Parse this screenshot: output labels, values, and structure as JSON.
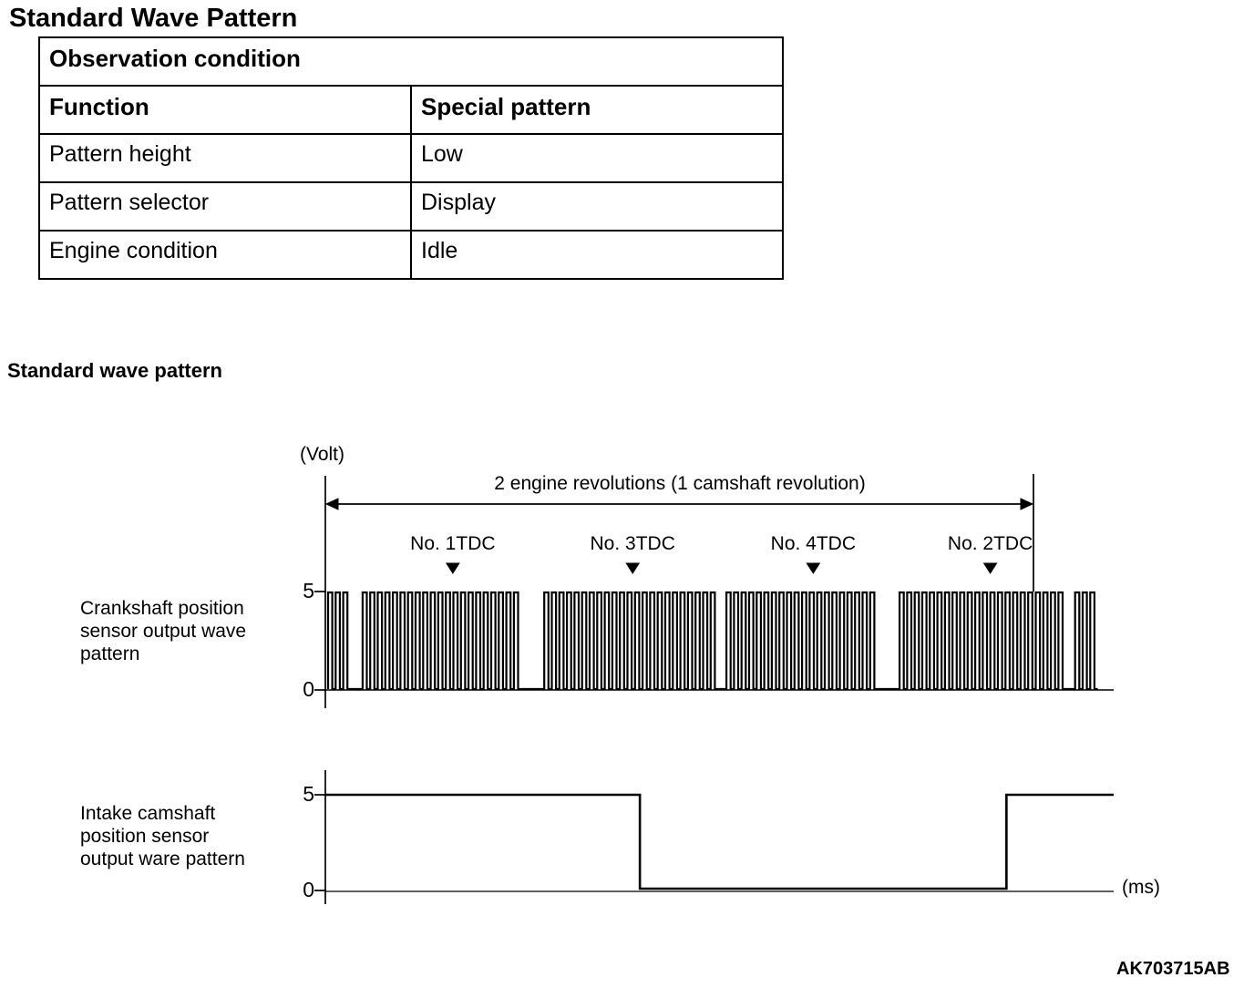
{
  "page": {
    "title": "Standard Wave Pattern",
    "figure_caption": "Standard wave pattern",
    "figure_code": "AK703715AB"
  },
  "table": {
    "header": "Observation condition",
    "columns": [
      "Function",
      "Special pattern"
    ],
    "rows": [
      [
        "Pattern height",
        "Low"
      ],
      [
        "Pattern selector",
        "Display"
      ],
      [
        "Engine condition",
        "Idle"
      ]
    ]
  },
  "figure": {
    "volt_label": "(Volt)",
    "ms_label": "(ms)",
    "span_label": "2 engine revolutions (1 camshaft revolution)",
    "axis_ticks": {
      "high": "5",
      "low": "0"
    },
    "tdc_labels": [
      "No. 1TDC",
      "No. 3TDC",
      "No. 4TDC",
      "No. 2TDC"
    ],
    "crank_label_lines": [
      "Crankshaft position",
      "sensor output wave",
      "pattern"
    ],
    "cam_label_lines": [
      "Intake camshaft",
      "position sensor",
      "output ware pattern"
    ]
  },
  "chart_data": [
    {
      "type": "table",
      "title": "Observation condition",
      "columns": [
        "Function",
        "Special pattern"
      ],
      "rows": [
        [
          "Pattern height",
          "Low"
        ],
        [
          "Pattern selector",
          "Display"
        ],
        [
          "Engine condition",
          "Idle"
        ]
      ]
    },
    {
      "type": "line",
      "subtype": "digital-waveform",
      "title": "Standard wave pattern",
      "y_unit_label": "(Volt)",
      "x_unit_label": "(ms)",
      "y_tick_values": [
        0,
        5
      ],
      "span_label": "2 engine revolutions (1 camshaft revolution)",
      "tdc_markers": [
        {
          "label": "No. 1TDC",
          "position": 0.18
        },
        {
          "label": "No. 3TDC",
          "position": 0.434
        },
        {
          "label": "No. 4TDC",
          "position": 0.689
        },
        {
          "label": "No. 2TDC",
          "position": 0.939
        }
      ],
      "traces": [
        {
          "name": "Crankshaft position sensor output wave pattern",
          "levels_v": [
            0,
            5
          ],
          "pulse_period": 8.3,
          "pulse_high_width": 4.6,
          "groups": [
            {
              "pulses": 3,
              "gap_after": 13
            },
            {
              "pulses": 21,
              "gap_after": 25
            },
            {
              "pulses": 23,
              "gap_after": 9
            },
            {
              "pulses": 20,
              "gap_after": 24
            },
            {
              "pulses": 22,
              "gap_after": 10
            },
            {
              "pulses": 3,
              "gap_after": 0
            }
          ]
        },
        {
          "name": "Intake camshaft position sensor output ware pattern",
          "levels_v": [
            0,
            5
          ],
          "segments": [
            {
              "level": 5,
              "from": 0.0,
              "to": 0.399
            },
            {
              "level": 0,
              "from": 0.399,
              "to": 0.864
            },
            {
              "level": 5,
              "from": 0.864,
              "to": 1.0
            }
          ]
        }
      ],
      "footer_code": "AK703715AB"
    }
  ]
}
